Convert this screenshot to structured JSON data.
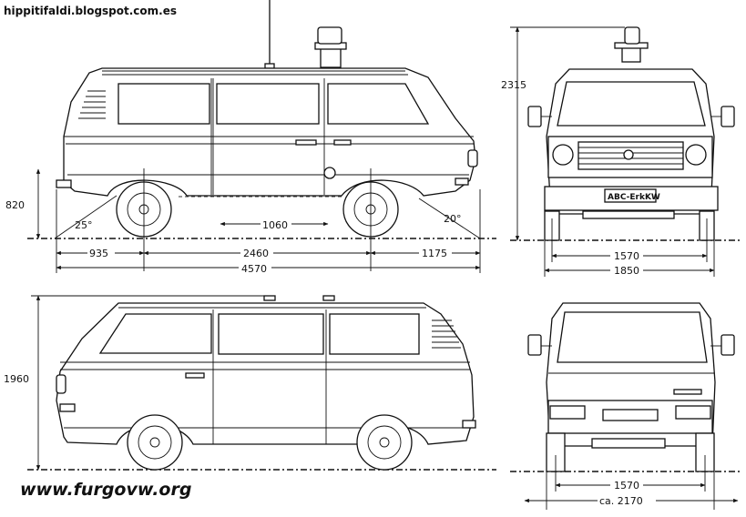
{
  "header": {
    "site": "hippitifaldi.blogspot.com.es"
  },
  "watermark": {
    "text": "www.furgovw.org"
  },
  "side_view_top": {
    "front_overhang": "935",
    "wheelbase": "2460",
    "rear_overhang": "1175",
    "overall_length": "4570",
    "ground_clearance_span": "1060",
    "height_tag": "820",
    "approach_angle": "25°",
    "departure_angle": "20°"
  },
  "front_view": {
    "height": "2315",
    "track": "1570",
    "width": "1850",
    "plate": "ABC-ErkKW"
  },
  "side_view_bottom": {
    "height": "1960"
  },
  "rear_view": {
    "track": "1570",
    "width": "ca. 2170"
  }
}
